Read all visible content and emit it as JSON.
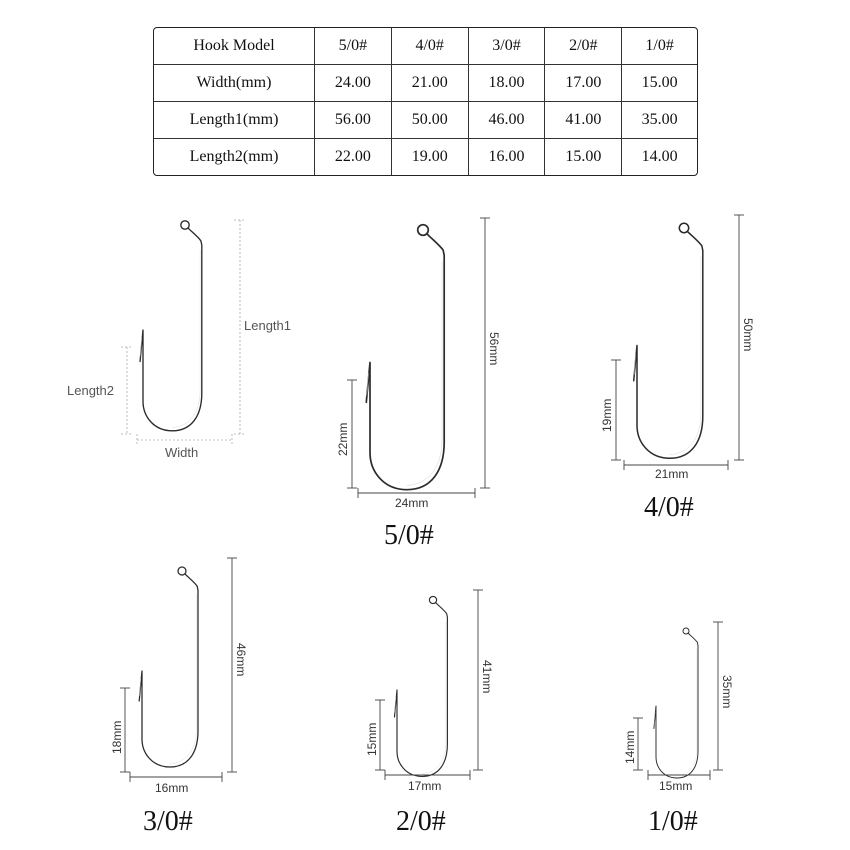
{
  "table": {
    "header": [
      "Hook Model",
      "5/0#",
      "4/0#",
      "3/0#",
      "2/0#",
      "1/0#"
    ],
    "rows": [
      [
        "Width(mm)",
        "24.00",
        "21.00",
        "18.00",
        "17.00",
        "15.00"
      ],
      [
        "Length1(mm)",
        "56.00",
        "50.00",
        "46.00",
        "41.00",
        "35.00"
      ],
      [
        "Length2(mm)",
        "22.00",
        "19.00",
        "16.00",
        "15.00",
        "14.00"
      ]
    ]
  },
  "reference": {
    "length1": "Length1",
    "length2": "Length2",
    "width": "Width"
  },
  "hooks": [
    {
      "model": "5/0#",
      "width": "24mm",
      "length1": "56mm",
      "length2": "22mm"
    },
    {
      "model": "4/0#",
      "width": "21mm",
      "length1": "50mm",
      "length2": "19mm"
    },
    {
      "model": "3/0#",
      "width": "16mm",
      "length1": "46mm",
      "length2": "18mm"
    },
    {
      "model": "2/0#",
      "width": "17mm",
      "length1": "41mm",
      "length2": "15mm"
    },
    {
      "model": "1/0#",
      "width": "15mm",
      "length1": "35mm",
      "length2": "14mm"
    }
  ],
  "colors": {
    "hook": "#2b2b2b",
    "border": "#222222",
    "dimension": "#444444"
  }
}
